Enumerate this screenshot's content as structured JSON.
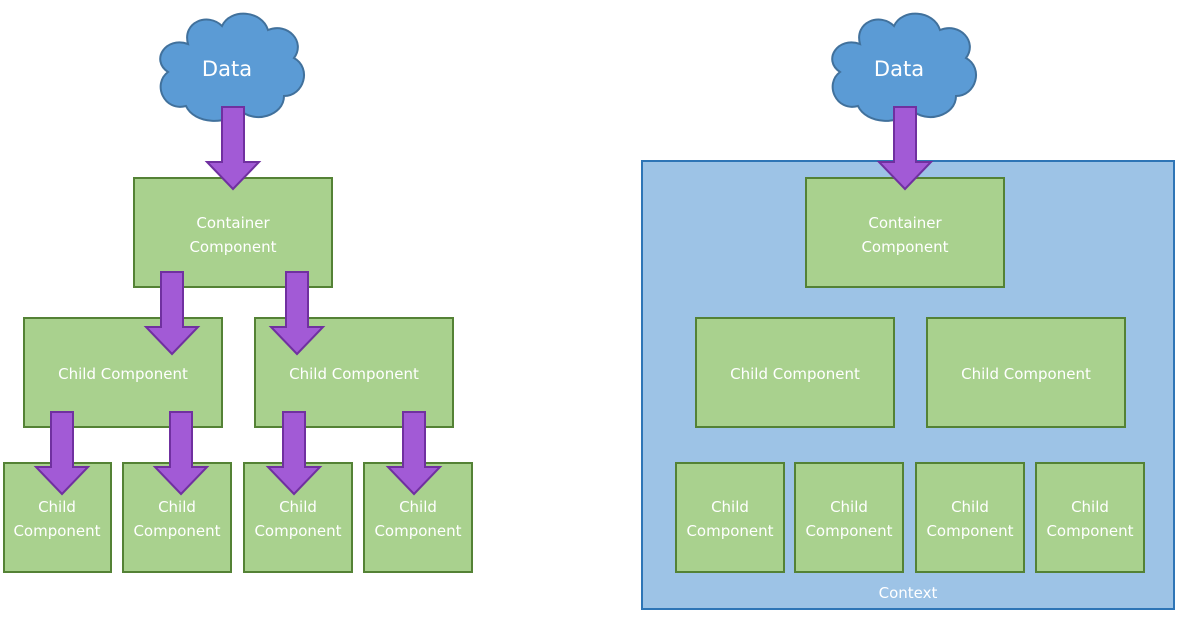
{
  "colors": {
    "cloud_fill": "#5b9bd5",
    "cloud_stroke": "#41719c",
    "component_fill": "#a9d18e",
    "component_stroke": "#548235",
    "arrow_fill": "#a25ad6",
    "arrow_stroke": "#7030a0",
    "context_fill": "#9dc3e6",
    "context_stroke": "#2e75b6",
    "text": "#ffffff"
  },
  "left": {
    "cloud": {
      "label": "Data"
    },
    "container": {
      "label_lines": [
        "Container",
        "Component"
      ]
    },
    "child_level1": [
      {
        "label_lines": [
          "Child Component"
        ]
      },
      {
        "label_lines": [
          "Child Component"
        ]
      }
    ],
    "child_level2": [
      {
        "label_lines": [
          "Child",
          "Component"
        ]
      },
      {
        "label_lines": [
          "Child",
          "Component"
        ]
      },
      {
        "label_lines": [
          "Child",
          "Component"
        ]
      },
      {
        "label_lines": [
          "Child",
          "Component"
        ]
      }
    ]
  },
  "right": {
    "cloud": {
      "label": "Data"
    },
    "context": {
      "label": "Context"
    },
    "container": {
      "label_lines": [
        "Container",
        "Component"
      ]
    },
    "child_level1": [
      {
        "label_lines": [
          "Child Component"
        ]
      },
      {
        "label_lines": [
          "Child Component"
        ]
      }
    ],
    "child_level2": [
      {
        "label_lines": [
          "Child",
          "Component"
        ]
      },
      {
        "label_lines": [
          "Child",
          "Component"
        ]
      },
      {
        "label_lines": [
          "Child",
          "Component"
        ]
      },
      {
        "label_lines": [
          "Child",
          "Component"
        ]
      }
    ]
  }
}
